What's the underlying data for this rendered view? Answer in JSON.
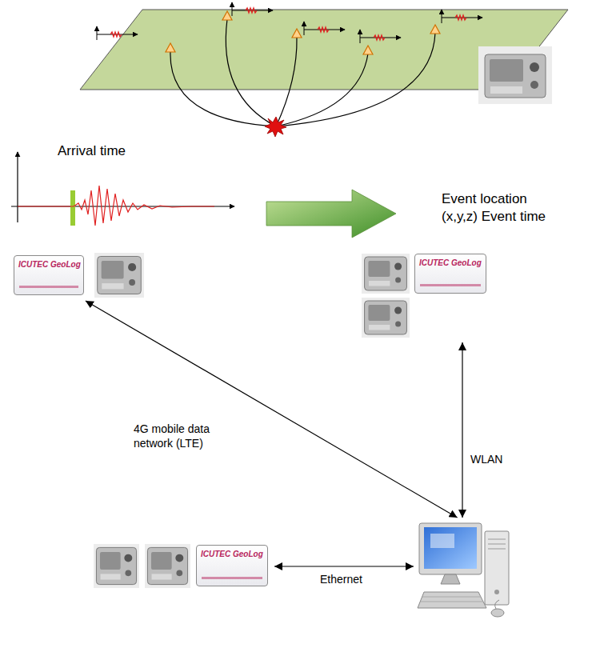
{
  "diagram": {
    "nodes": [
      {
        "text": [
          "ICUTEC GeoLog"
        ]
      },
      {
        "text": [
          "ICUTEC GeoLog"
        ]
      },
      {
        "text": [
          "ICUTEC GeoLog"
        ]
      },
      {
        "text": []
      }
    ],
    "edges": [
      {
        "from": 0,
        "to": 3,
        "arrow": "both",
        "label": "4G mobile data network (LTE)"
      },
      {
        "from": 1,
        "to": 3,
        "arrow": "both",
        "label": "WLAN"
      },
      {
        "from": 2,
        "to": 3,
        "arrow": "both",
        "label": "Ethernet"
      }
    ],
    "labels": [
      "Arrival time",
      "Event location (x,y,z) Event time"
    ]
  }
}
